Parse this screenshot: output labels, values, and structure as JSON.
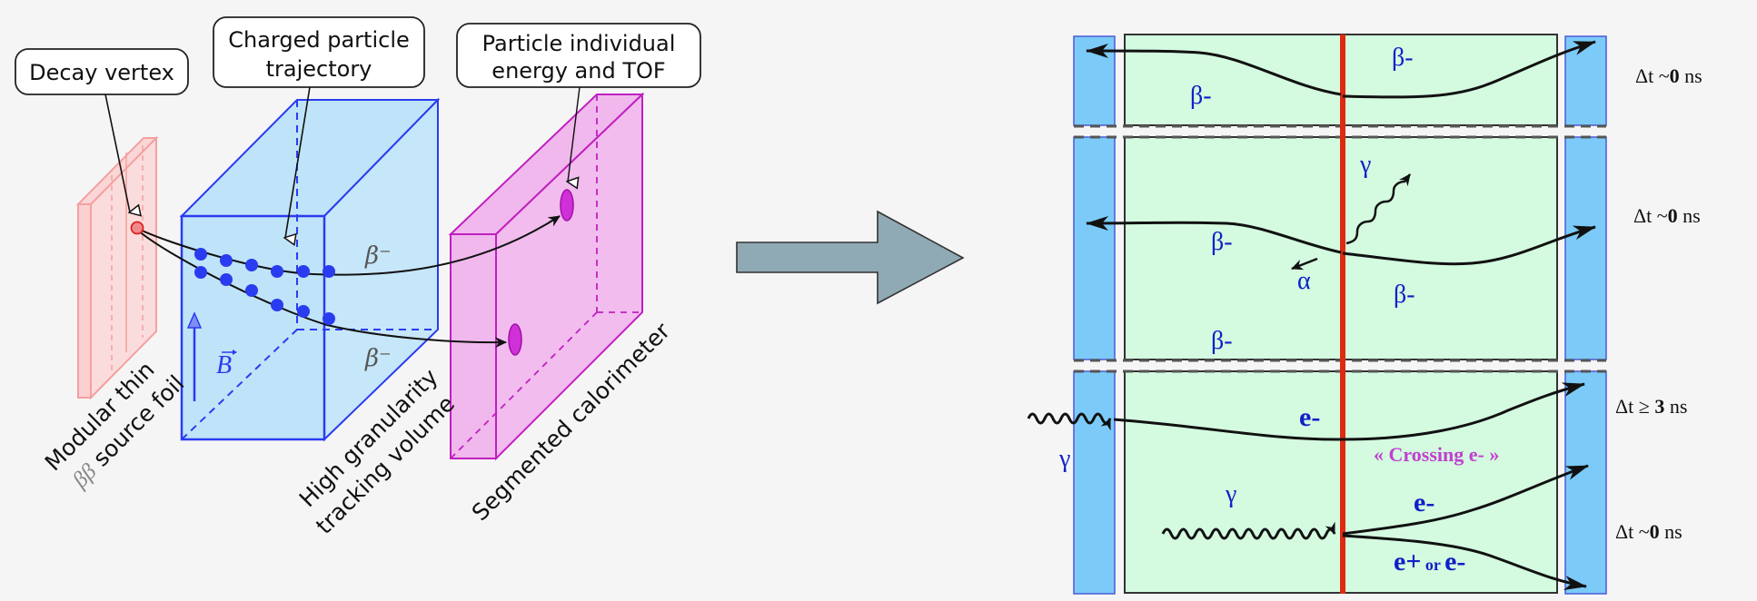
{
  "left_diagram": {
    "callouts": {
      "decay_vertex": "Decay vertex",
      "trajectory_line1": "Charged particle",
      "trajectory_line2": "trajectory",
      "energy_line1": "Particle individual",
      "energy_line2": "energy and TOF"
    },
    "labels": {
      "foil_line1": "Modular thin",
      "foil_line2_prefix": "ββ",
      "foil_line2_suffix": " source foil",
      "tracker_line1": "High granularity",
      "tracker_line2": "tracking volume",
      "calorimeter": "Segmented calorimeter",
      "magnetic_field": "B",
      "beta_upper": "β⁻",
      "beta_lower": "β⁻"
    },
    "colors": {
      "foil": "#f4a0a0",
      "tracker": "#2a3cf0",
      "tracker_fill": "#bfe3f8",
      "calorimeter": "#c020c0",
      "calorimeter_fill": "#f0b8ec",
      "hits": "#2a3cf0"
    },
    "track_hits": {
      "upper_track": 6,
      "lower_track": 6
    }
  },
  "transition_arrow": {
    "color": "#90aab5"
  },
  "right_diagram": {
    "sections": [
      {
        "particles": {
          "beta_left": "β-",
          "beta_right": "β-"
        },
        "timing": {
          "prefix": "Δt ~",
          "value": "0",
          "unit": " ns"
        }
      },
      {
        "particles": {
          "gamma": "γ",
          "beta_left": "β-",
          "alpha": "α",
          "beta_right": "β-",
          "beta_bottom": "β-"
        },
        "timing": {
          "prefix": "Δt ~",
          "value": "0",
          "unit": " ns"
        }
      },
      {
        "particles": {
          "gamma_outside": "γ",
          "electron_top": "e-",
          "crossing": "« Crossing e- »",
          "gamma_inside": "γ",
          "electron_mid": "e-",
          "pair_label_a": "e+",
          "pair_label_or": " or ",
          "pair_label_b": "e-"
        },
        "timing_top": {
          "prefix": "Δt ≥ ",
          "value": "3",
          "unit": " ns"
        },
        "timing_bottom": {
          "prefix": "Δt ~",
          "value": "0",
          "unit": " ns"
        }
      }
    ],
    "colors": {
      "calo_blocks": "#7ccaf8",
      "tracker_area": "#d4fae0",
      "source_foil": "#dd2a10",
      "particle_text": "#1020c8",
      "crossing_text": "#c040d0"
    }
  }
}
